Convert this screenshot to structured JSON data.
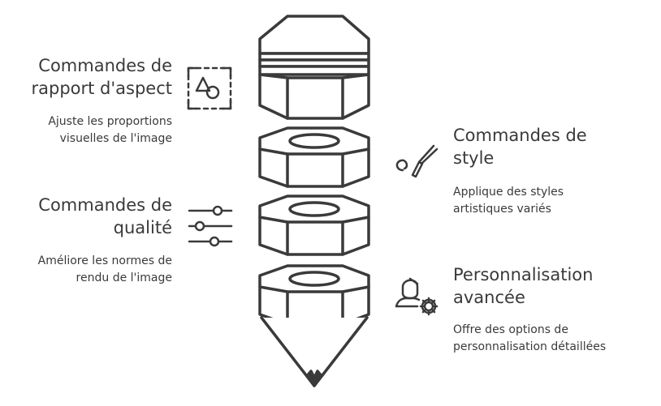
{
  "sections": [
    {
      "title_line1": "Commandes de",
      "title_line2": "rapport d'aspect",
      "desc_line1": "Ajuste les proportions",
      "desc_line2": "visuelles de l'image",
      "icon": "aspect-ratio-icon"
    },
    {
      "title_line1": "Commandes de",
      "title_line2": "style",
      "desc_line1": "Applique des styles",
      "desc_line2": "artistiques variés",
      "icon": "brush-icon"
    },
    {
      "title_line1": "Commandes de",
      "title_line2": "qualité",
      "desc_line1": "Améliore les normes de",
      "desc_line2": "rendu de l'image",
      "icon": "sliders-icon"
    },
    {
      "title_line1": "Personnalisation",
      "title_line2": "avancée",
      "desc_line1": "Offre des options de",
      "desc_line2": "personnalisation détaillées",
      "icon": "user-gear-icon"
    }
  ],
  "colors": {
    "stroke": "#3a3a3a",
    "fill": "#ffffff"
  }
}
